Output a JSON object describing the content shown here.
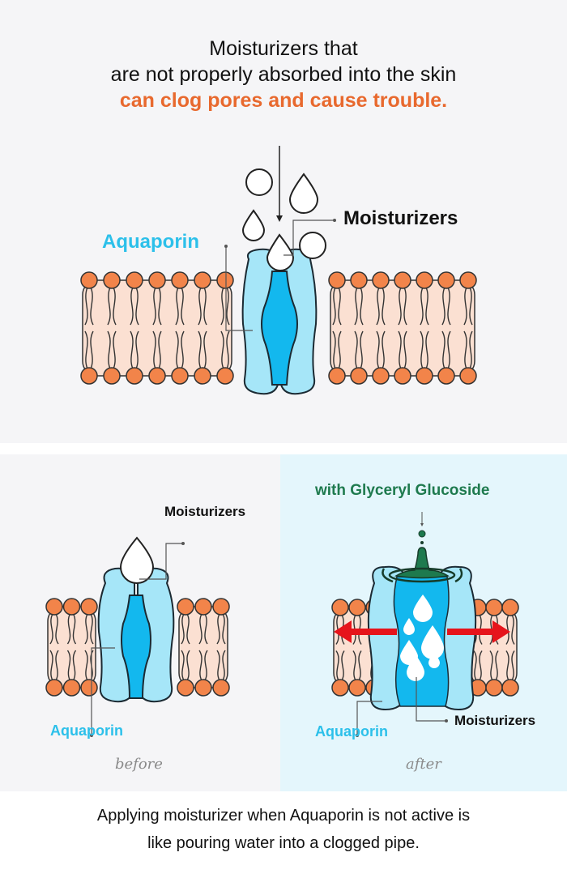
{
  "headline": {
    "line1": "Moisturizers that",
    "line2": "are not properly absorbed into the skin",
    "line3_accent": "can clog pores and cause trouble."
  },
  "top_diagram": {
    "label_aquaporin": "Aquaporin",
    "label_moisturizers": "Moisturizers"
  },
  "before_panel": {
    "label_moisturizers": "Moisturizers",
    "label_aquaporin": "Aquaporin",
    "caption": "before"
  },
  "after_panel": {
    "title": "with Glyceryl Glucoside",
    "label_aquaporin": "Aquaporin",
    "label_moisturizers": "Moisturizers",
    "caption": "after"
  },
  "footer": {
    "line1": "Applying moisturizer when Aquaporin is not active is",
    "line2": "like pouring water into a clogged pipe."
  },
  "colors": {
    "accent_orange": "#e8692e",
    "aquaporin_blue": "#2cc0ea",
    "membrane_head": "#f2844a",
    "membrane_fill": "#fbe0d2",
    "channel_light": "#a6e6f8",
    "channel_dark": "#13b8ee",
    "glyceryl_green": "#1e7a4e",
    "arrow_red": "#e6141b"
  }
}
